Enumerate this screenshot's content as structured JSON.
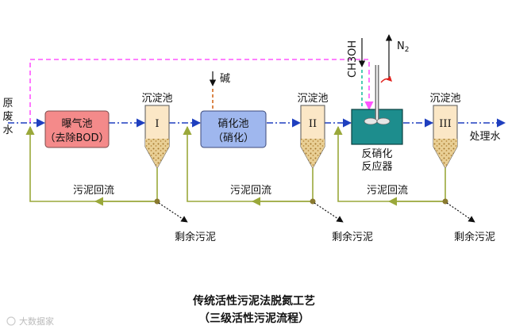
{
  "inlet_label": "原废水",
  "outlet_label": "处理水",
  "units": {
    "aeration": {
      "line1": "曝气池",
      "line2": "（去除BOD）"
    },
    "nitrification": {
      "line1": "硝化池",
      "line2": "（硝化）"
    },
    "denitrification": {
      "line1": "反硝化",
      "line2": "反应器"
    }
  },
  "clarifiers": [
    {
      "label": "沉淀池",
      "numeral": "I"
    },
    {
      "label": "沉淀池",
      "numeral": "II"
    },
    {
      "label": "沉淀池",
      "numeral": "III"
    }
  ],
  "dosing": {
    "alkali": "碱",
    "methanol": "CH3OH",
    "nitrogen": "N2"
  },
  "return_sludge": [
    "污泥回流",
    "污泥回流",
    "污泥回流"
  ],
  "excess_sludge": [
    "剩余污泥",
    "剩余污泥",
    "剩余污泥"
  ],
  "title": {
    "line1": "传统活性污泥法脱氮工艺",
    "line2": "（三级活性污泥流程）"
  },
  "watermark": "大数据家",
  "colors": {
    "water_line": "#1f3fbf",
    "bypass_line": "#ff55ff",
    "sludge_line": "#9aa83a",
    "aeration_fill": "#f48a8a",
    "nitrification_fill": "#9fb7ee",
    "reactor_fill": "#1d8d8d",
    "clarifier_fill": "#fbe7c6",
    "sludge_fill": "#c8a35a"
  }
}
